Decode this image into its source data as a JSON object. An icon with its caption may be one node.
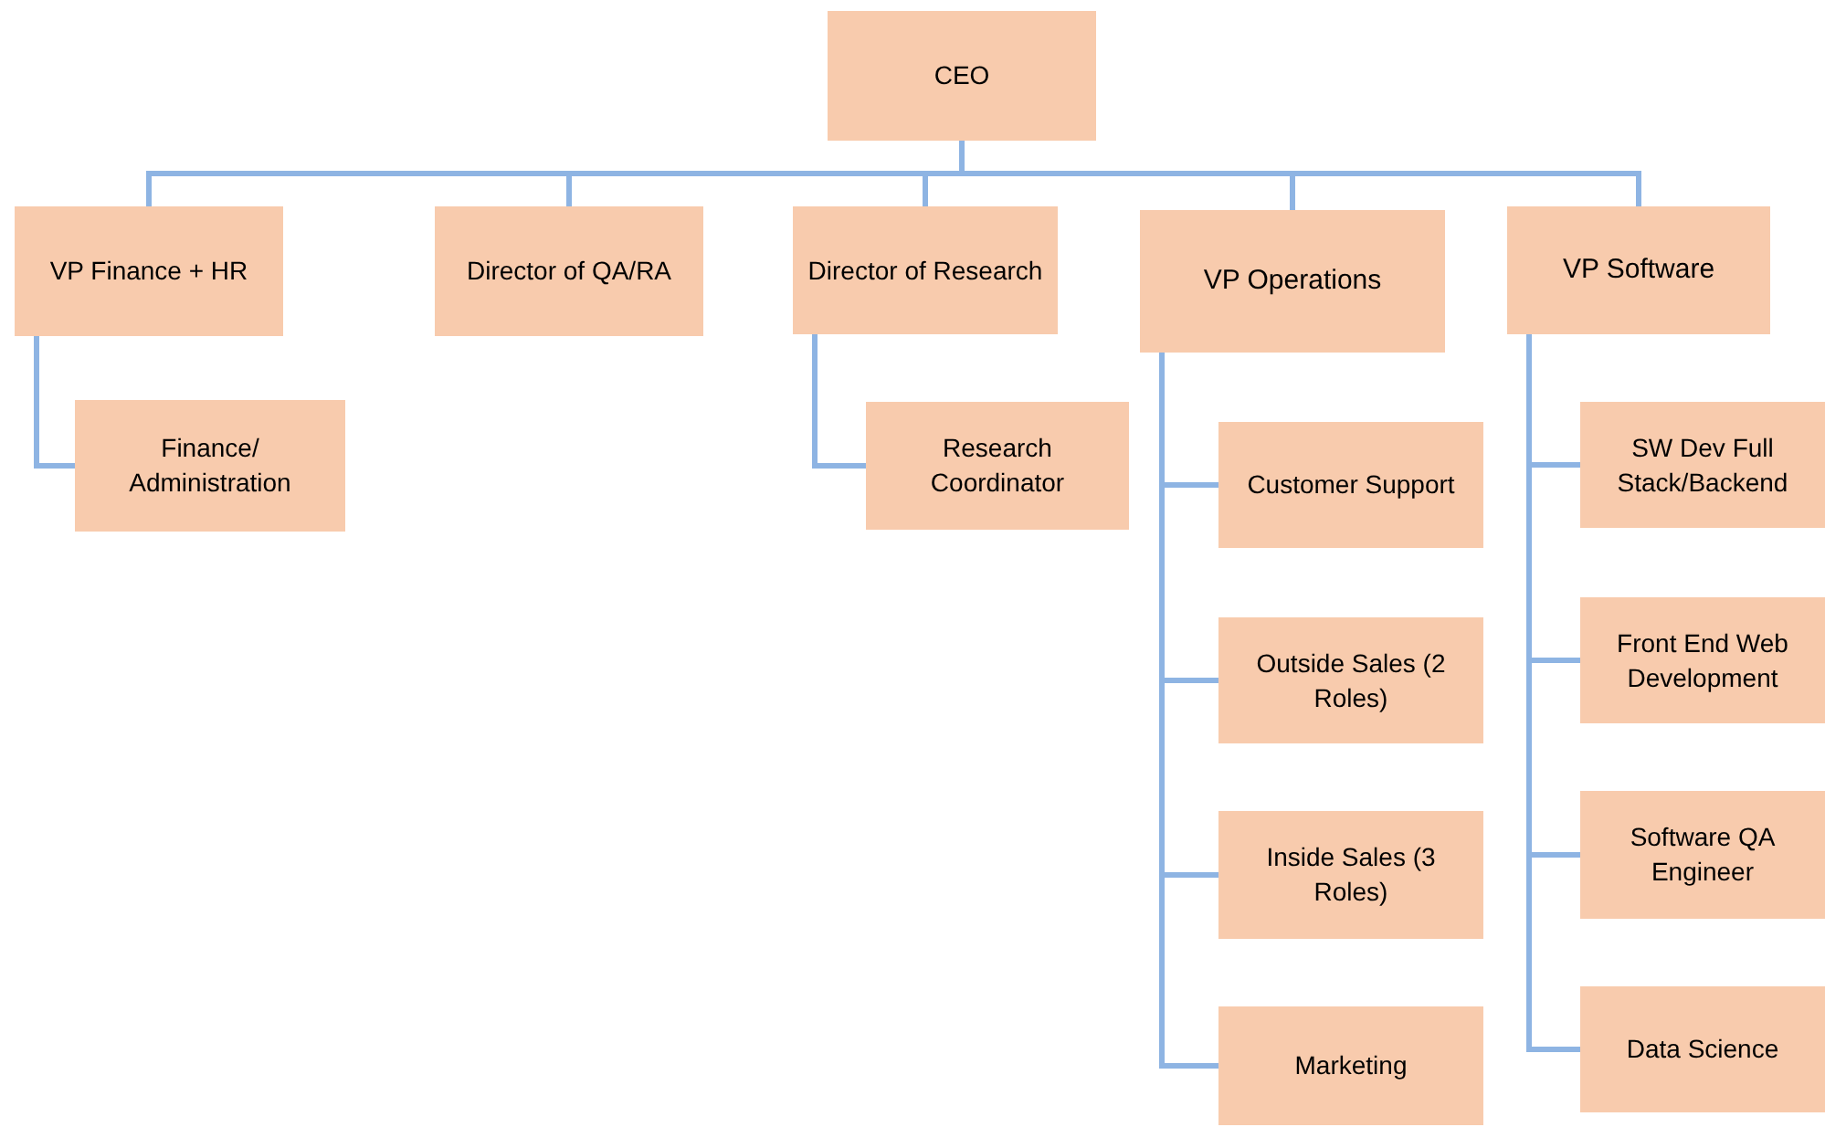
{
  "diagram": {
    "nodes": [
      {
        "text": [
          "CEO"
        ]
      },
      {
        "text": [
          "VP Finance + HR"
        ]
      },
      {
        "text": [
          "Director of QA/RA"
        ]
      },
      {
        "text": [
          "Director of Research"
        ]
      },
      {
        "text": [
          "VP Operations"
        ]
      },
      {
        "text": [
          "VP Software"
        ]
      },
      {
        "text": [
          "Finance/ Administration"
        ]
      },
      {
        "text": [
          "Research Coordinator"
        ]
      },
      {
        "text": [
          "Customer Support"
        ]
      },
      {
        "text": [
          "Outside Sales (2 Roles)"
        ]
      },
      {
        "text": [
          "Inside Sales (3 Roles)"
        ]
      },
      {
        "text": [
          "Marketing"
        ]
      },
      {
        "text": [
          "SW Dev Full Stack/Backend"
        ]
      },
      {
        "text": [
          "Front End Web Development"
        ]
      },
      {
        "text": [
          "Software QA Engineer"
        ]
      },
      {
        "text": [
          "Data Science"
        ]
      }
    ],
    "edges": [
      {
        "from": 0,
        "to": 1,
        "arrow": "none"
      },
      {
        "from": 0,
        "to": 2,
        "arrow": "none"
      },
      {
        "from": 0,
        "to": 3,
        "arrow": "none"
      },
      {
        "from": 0,
        "to": 4,
        "arrow": "none"
      },
      {
        "from": 0,
        "to": 5,
        "arrow": "none"
      },
      {
        "from": 1,
        "to": 6,
        "arrow": "none"
      },
      {
        "from": 3,
        "to": 7,
        "arrow": "none"
      },
      {
        "from": 4,
        "to": 8,
        "arrow": "none"
      },
      {
        "from": 4,
        "to": 9,
        "arrow": "none"
      },
      {
        "from": 4,
        "to": 10,
        "arrow": "none"
      },
      {
        "from": 4,
        "to": 11,
        "arrow": "none"
      },
      {
        "from": 5,
        "to": 12,
        "arrow": "none"
      },
      {
        "from": 5,
        "to": 13,
        "arrow": "none"
      },
      {
        "from": 5,
        "to": 14,
        "arrow": "none"
      },
      {
        "from": 5,
        "to": 15,
        "arrow": "none"
      }
    ]
  }
}
